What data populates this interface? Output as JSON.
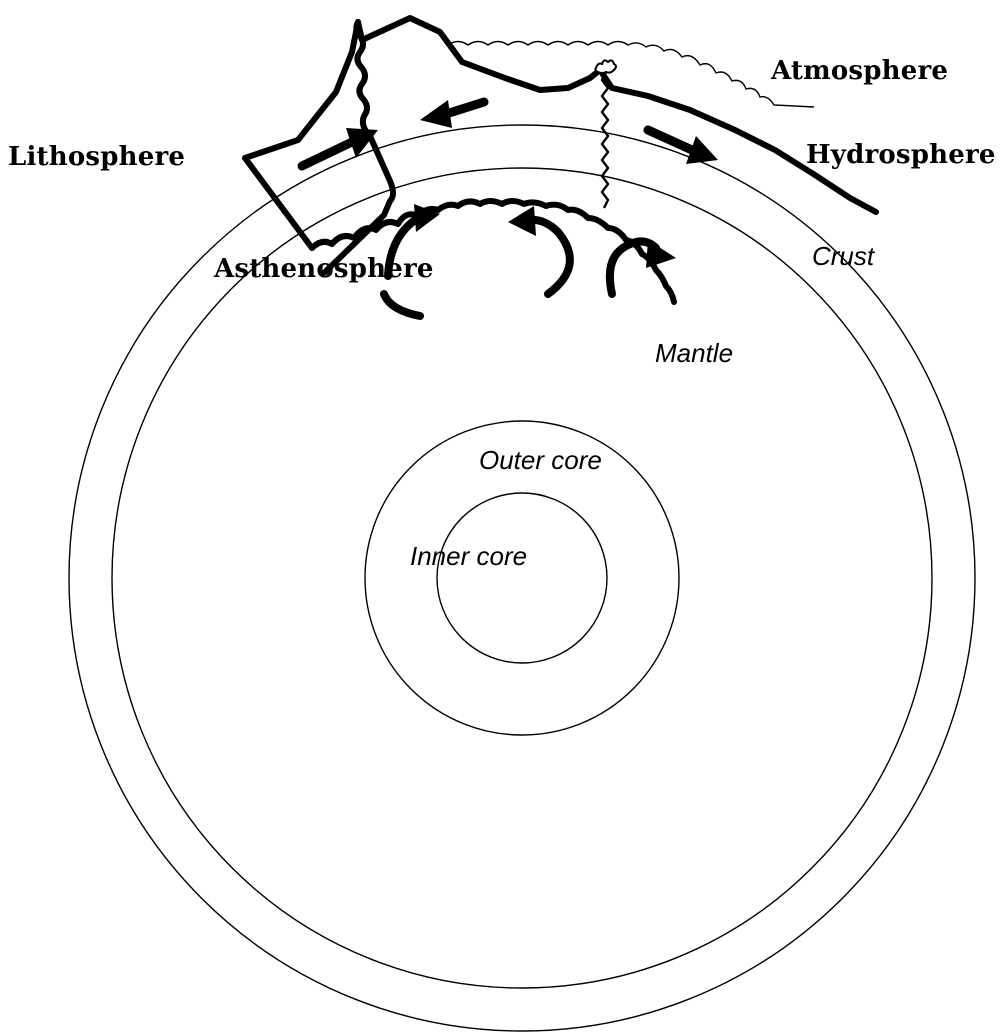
{
  "labels": {
    "atmosphere": "Atmosphere",
    "lithosphere": "Lithosphere",
    "hydrosphere": "Hydrosphere",
    "asthenosphere": "Asthenosphere",
    "crust": "Crust",
    "mantle": "Mantle",
    "outer_core": "Outer core",
    "inner_core": "Inner core"
  },
  "colors": {
    "ink": "#000000",
    "background": "#ffffff"
  }
}
